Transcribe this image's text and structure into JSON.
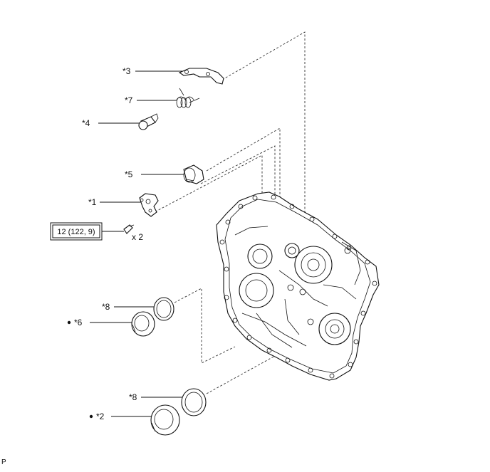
{
  "labels": {
    "p3": "*3",
    "p7": "*7",
    "p4": "*4",
    "p5": "*5",
    "p1": "*1",
    "p8a": "*8",
    "p6": "*6",
    "p8b": "*8",
    "p2": "*2"
  },
  "torque": {
    "spec": "12 (122, 9)",
    "quantity": "x 2"
  },
  "footer_code": "P",
  "icons": {
    "bullet": "filled-dot",
    "housing": "transaxle-case-cover"
  }
}
